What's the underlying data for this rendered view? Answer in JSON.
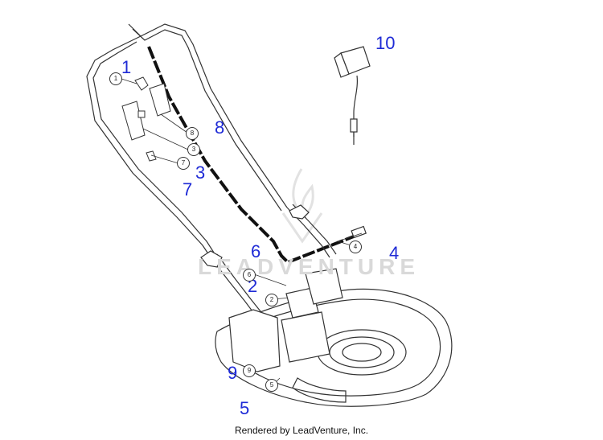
{
  "diagram": {
    "watermark_text": "LEADVENTURE",
    "footer_text": "Rendered by LeadVenture, Inc.",
    "big_callouts": [
      "1",
      "8",
      "3",
      "7",
      "6",
      "4",
      "2",
      "9",
      "5",
      "10"
    ],
    "small_callouts": [
      "1",
      "8",
      "3",
      "7",
      "4",
      "6",
      "2",
      "9",
      "5"
    ],
    "colors": {
      "callout": "#1f2bd6",
      "line": "#333333",
      "watermark": "#d9d9d9"
    }
  }
}
